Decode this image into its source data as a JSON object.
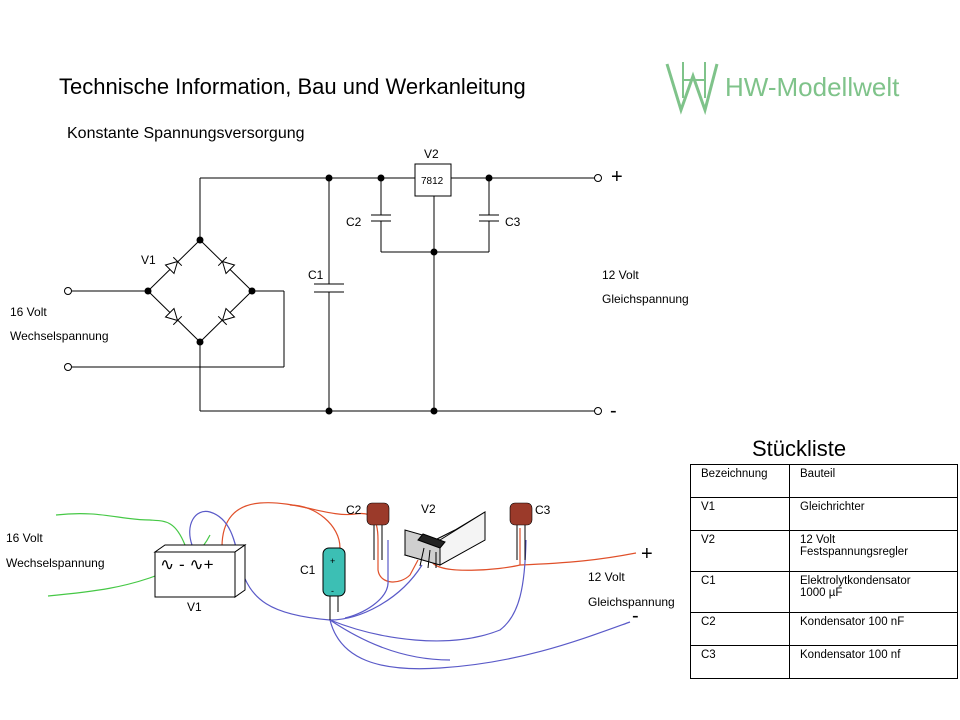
{
  "header": {
    "title": "Technische Information, Bau und Werkanleitung",
    "subtitle": "Konstante Spannungsversorgung",
    "brand": "HW-Modellwelt",
    "brand_color": "#7fc38a"
  },
  "schematic": {
    "label_v1": "V1",
    "label_v2": "V2",
    "regulator": "7812",
    "label_c1": "C1",
    "label_c2": "C2",
    "label_c3": "C3",
    "input_voltage": "16 Volt",
    "input_type": "Wechselspannung",
    "output_voltage": "12 Volt",
    "output_type": "Gleichspannung",
    "plus": "+",
    "minus": "-"
  },
  "wiring": {
    "input_voltage": "16 Volt",
    "input_type": "Wechselspannung",
    "output_voltage": "12 Volt",
    "output_type": "Gleichspannung",
    "label_v1": "V1",
    "label_v2": "V2",
    "label_c1": "C1",
    "label_c2": "C2",
    "label_c3": "C3",
    "rectifier_marks": "∿ - ∿+",
    "plus": "+",
    "minus": "-",
    "cap_plus": "+",
    "cap_minus": "-",
    "colors": {
      "ac": "#46c846",
      "positive": "#e0502a",
      "negative": "#5a5ac8",
      "capacitor": "#3cbfb4",
      "ceramic": "#9b3a2a"
    }
  },
  "parts_list": {
    "title": "Stückliste",
    "headers": [
      "Bezeichnung",
      "Bauteil"
    ],
    "rows": [
      [
        "V1",
        "Gleichrichter"
      ],
      [
        "V2",
        "12 Volt\nFestspannungsregler"
      ],
      [
        "C1",
        "Elektrolytkondensator\n1000 µF"
      ],
      [
        "C2",
        "Kondensator 100 nF"
      ],
      [
        "C3",
        "Kondensator 100 nf"
      ]
    ]
  }
}
